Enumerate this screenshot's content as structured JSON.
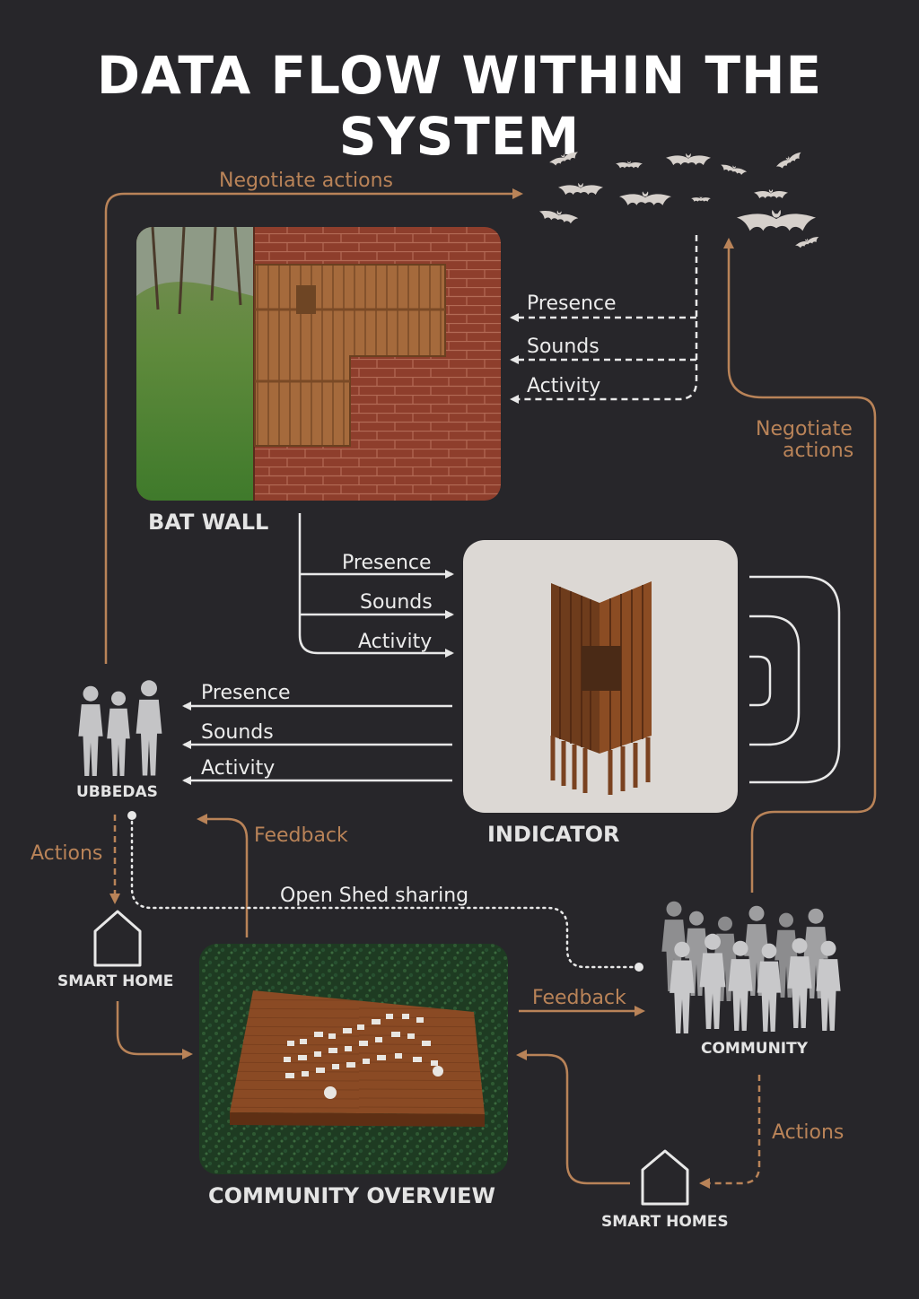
{
  "title": "DATA FLOW WITHIN THE SYSTEM",
  "colors": {
    "background": "#27262a",
    "accent": "#b98358",
    "line": "#e8e8e8"
  },
  "nodes": {
    "bat_wall": "BAT WALL",
    "indicator": "INDICATOR",
    "ubbedas": "UBBEDAS",
    "smart_home": "SMART HOME",
    "community": "COMMUNITY",
    "community_overview": "COMMUNITY OVERVIEW",
    "smart_homes": "SMART HOMES"
  },
  "flows": {
    "bats_to_wall": [
      "Presence",
      "Sounds",
      "Activity"
    ],
    "wall_to_indicator": [
      "Presence",
      "Sounds",
      "Activity"
    ],
    "indicator_to_ubbedas": [
      "Presence",
      "Sounds",
      "Activity"
    ],
    "negotiate_top": "Negotiate actions",
    "negotiate_right_1": "Negotiate",
    "negotiate_right_2": "actions",
    "feedback_ubbedas": "Feedback",
    "feedback_community": "Feedback",
    "actions_ubbedas": "Actions",
    "actions_community": "Actions",
    "open_shed": "Open Shed sharing"
  },
  "icons": [
    "bats-icon",
    "people-group-icon",
    "crowd-icon",
    "house-icon",
    "signal-waves-icon"
  ]
}
